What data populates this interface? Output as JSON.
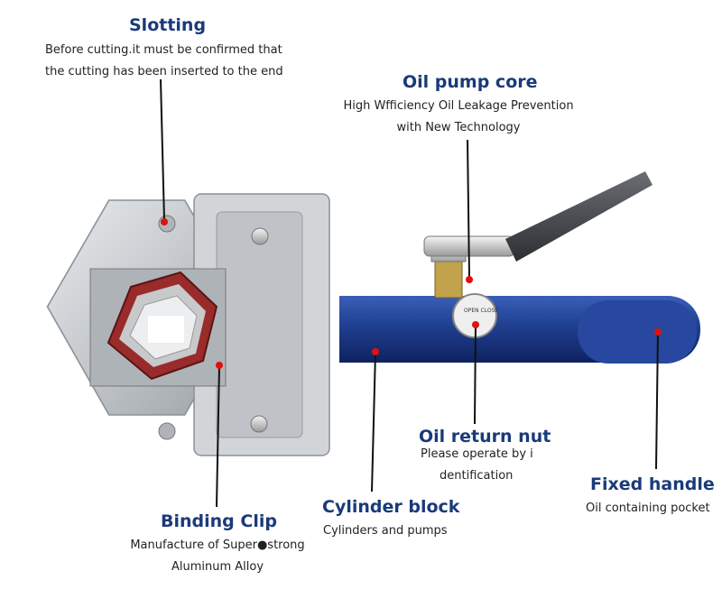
{
  "callouts": {
    "slotting": {
      "title": "Slotting",
      "lines": [
        "Before cutting.it must be confirmed that",
        "the cutting has been inserted to the end"
      ]
    },
    "oil_pump_core": {
      "title": "Oil pump core",
      "lines": [
        "High Wfficiency Oil Leakage Prevention",
        "with New Technology"
      ]
    },
    "oil_return_nut": {
      "title": "Oil return nut",
      "lines": [
        "Please operate by i",
        "dentification"
      ]
    },
    "fixed_handle": {
      "title": "Fixed handle",
      "lines": [
        "Oil containing pocket"
      ]
    },
    "cylinder_block": {
      "title": "Cylinder block",
      "lines": [
        "Cylinders and pumps"
      ]
    },
    "binding_clip": {
      "title": "Binding Clip",
      "lines": [
        "Manufacture of Super●strong",
        "Aluminum Alloy"
      ]
    }
  },
  "knob_label": "OPEN CLOSE",
  "colors": {
    "title": "#1a3a7a",
    "pointer": "#e01010",
    "cylinder": "#1f3f8f",
    "metal": "#c8ccd0"
  }
}
